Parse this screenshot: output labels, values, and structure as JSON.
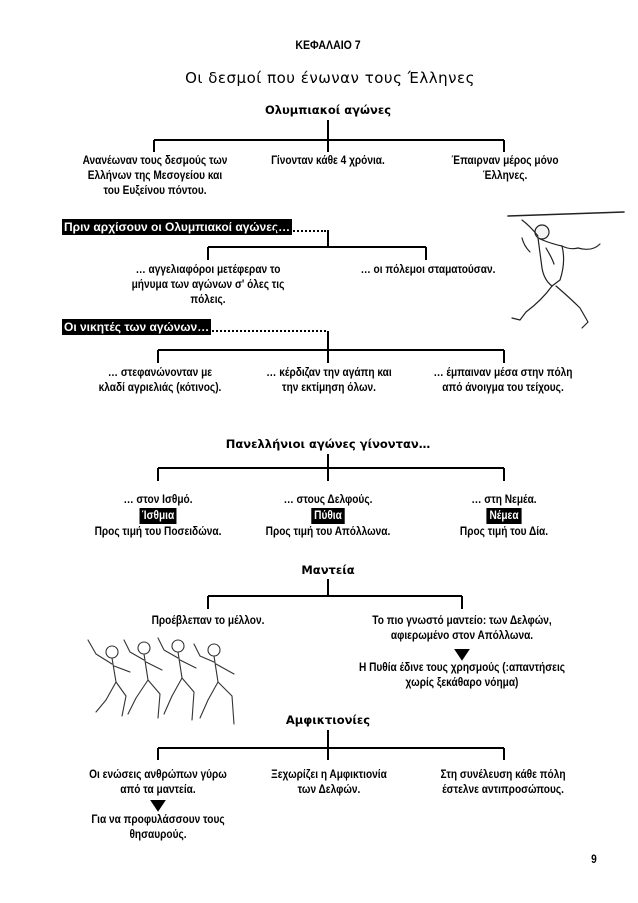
{
  "chapter": "ΚΕΦΑΛΑΙΟ 7",
  "title": "Οι δεσμοί που ένωναν τους Έλληνες",
  "olympic": {
    "heading": "Ολυμπιακοί αγώνες",
    "items": [
      "Ανανέωναν τους δεσμούς των Ελλήνων της Μεσογείου και του Ευξείνου πόντου.",
      "Γίνονταν κάθε 4 χρόνια.",
      "Έπαιρναν μέρος μόνο Έλληνες."
    ]
  },
  "before": {
    "label": "Πριν αρχίσουν οι Ολυμπιακοί αγώνες…",
    "items": [
      "… αγγελιαφόροι μετέφεραν το μήνυμα των αγώνων σ' όλες τις πόλεις.",
      "… οι πόλεμοι σταματούσαν."
    ]
  },
  "winners": {
    "label": "Οι νικητές των αγώνων…",
    "items": [
      "… στεφανώνονταν με κλαδί αγριελιάς (κότινος).",
      "… κέρδιζαν την αγάπη και την εκτίμηση όλων.",
      "… έμπαιναν μέσα στην πόλη από άνοιγμα του τείχους."
    ]
  },
  "panhellenic": {
    "heading": "Πανελλήνιοι αγώνες γίνονταν…",
    "items": [
      {
        "place": "… στον Ισθμό.",
        "name": "Ίσθμια",
        "honor": "Προς τιμή του Ποσειδώνα."
      },
      {
        "place": "… στους Δελφούς.",
        "name": "Πύθια",
        "honor": "Προς τιμή του Απόλλωνα."
      },
      {
        "place": "… στη Νεμέα.",
        "name": "Νέμεα",
        "honor": "Προς τιμή του Δία."
      }
    ]
  },
  "oracles": {
    "heading": "Μαντεία",
    "left": "Προέβλεπαν το μέλλον.",
    "right": "Το πιο γνωστό μαντείο: των Δελφών, αφιερωμένο στον Απόλλωνα.",
    "right_sub": "Η Πυθία έδινε τους χρησμούς (:απαντήσεις χωρίς ξεκάθαρο νόημα)"
  },
  "amphictyonies": {
    "heading": "Αμφικτιονίες",
    "items": [
      "Οι ενώσεις ανθρώπων γύρω από τα μαντεία.",
      "Ξεχωρίζει η Αμφικτιονία των Δελφών.",
      "Στη συνέλευση κάθε πόλη έστελνε αντιπροσώπους."
    ],
    "sub": "Για να προφυλάσσουν τους θησαυρούς."
  },
  "page_number": "9"
}
